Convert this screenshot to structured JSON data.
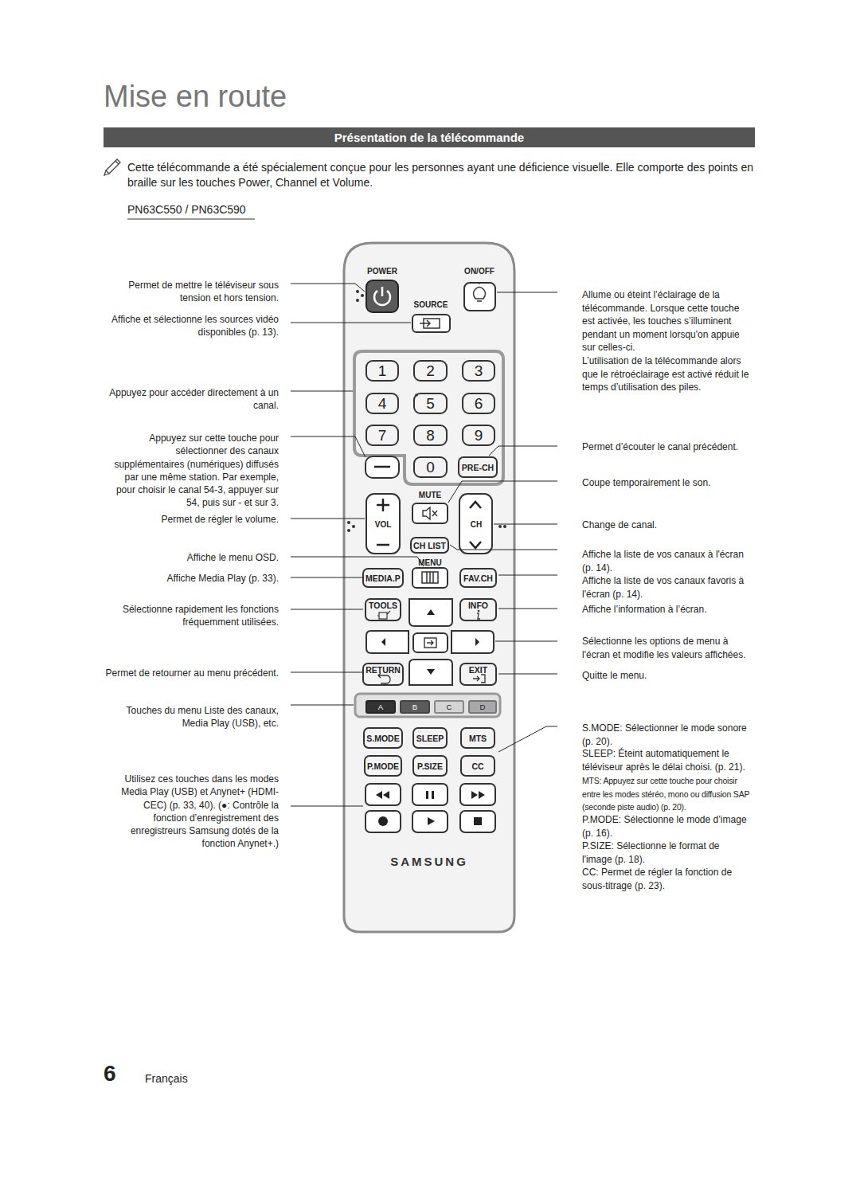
{
  "diagram": {
    "title": "Mise en route",
    "nodes": [
      {
        "text": [
          "Présentation de la télécommande"
        ]
      },
      {
        "text": [
          "SAMSUNG"
        ]
      },
      {
        "text": [
          "1"
        ],
        "in": 1
      },
      {
        "text": [
          "2"
        ],
        "in": 1
      },
      {
        "text": [
          "3"
        ],
        "in": 1
      },
      {
        "text": [
          "4"
        ],
        "in": 1
      },
      {
        "text": [
          "5"
        ],
        "in": 1
      },
      {
        "text": [
          "6"
        ],
        "in": 1
      },
      {
        "text": [
          "7"
        ],
        "in": 1
      },
      {
        "text": [
          "8"
        ],
        "in": 1
      },
      {
        "text": [
          "9"
        ],
        "in": 1
      },
      {
        "text": [
          "0"
        ],
        "in": 1
      },
      {
        "text": [
          "PRE-CH"
        ],
        "in": 1
      },
      {
        "text": [
          "CH LIST"
        ],
        "in": 1
      },
      {
        "text": [
          "MEDIA.P"
        ],
        "in": 1
      },
      {
        "text": [
          "FAV.CH"
        ],
        "in": 1
      },
      {
        "text": [
          "TOOLS"
        ],
        "in": 1
      },
      {
        "text": [
          "INFO"
        ],
        "in": 1
      },
      {
        "text": [
          "RETURN"
        ],
        "in": 1
      },
      {
        "text": [
          "EXIT"
        ],
        "in": 1
      },
      {
        "text": [
          "A"
        ],
        "in": 1
      },
      {
        "text": [
          "B"
        ],
        "in": 1
      },
      {
        "text": [
          "C"
        ],
        "in": 1
      },
      {
        "text": [
          "D"
        ],
        "in": 1
      },
      {
        "text": [
          "S.MODE"
        ],
        "in": 1
      },
      {
        "text": [
          "SLEEP"
        ],
        "in": 1
      },
      {
        "text": [
          "MTS"
        ],
        "in": 1
      },
      {
        "text": [
          "P.MODE"
        ],
        "in": 1
      },
      {
        "text": [
          "P.SIZE"
        ],
        "in": 1
      },
      {
        "text": [
          "CC"
        ],
        "in": 1
      }
    ],
    "labels": [
      "Cette télécommande a été spécialement conçue pour les personnes ayant une déficience visuelle. Elle comporte des points en braille sur les touches Power, Channel et Volume.",
      "PN63C550 / PN63C590",
      "POWER",
      "ON/OFF",
      "SOURCE",
      "MUTE",
      "VOL",
      "CH",
      "MENU",
      "Permet de mettre le téléviseur sous tension et hors tension.",
      "Affiche et sélectionne les sources vidéo disponibles (p. 13).",
      "Appuyez pour accéder directement à un canal.",
      "Appuyez sur cette touche pour sélectionner des canaux supplémentaires (numériques) diffusés par une même station. Par exemple, pour choisir le canal 54-3, appuyer sur 54, puis sur - et sur 3.",
      "Permet de régler le volume.",
      "Affiche le menu OSD.",
      "Affiche Media Play (p. 33).",
      "Sélectionne rapidement les fonctions fréquemment utilisées.",
      "Permet de retourner au menu précédent.",
      "Touches du menu Liste des canaux, Media Play (USB), etc.",
      "Utilisez ces touches dans les modes Media Play (USB) et Anynet+ (HDMI-CEC) (p. 33, 40). (●: Contrôle la fonction d’enregistrement des enregistreurs Samsung dotés de la fonction Anynet+.)",
      "Allume ou éteint l’éclairage de la télécommande. Lorsque cette touche est activée, les touches s’illuminent pendant un moment lorsqu'on appuie sur celles-ci.",
      "L’utilisation de la télécommande alors que le rétroéclairage est activé réduit le temps d’utilisation des piles.",
      "Permet d’écouter le canal précédent.",
      "Coupe temporairement le son.",
      "Change de canal.",
      "Affiche la liste de vos canaux à l'écran (p. 14).",
      "Affiche la liste de vos canaux favoris à l'écran (p. 14).",
      "Affiche l’information à l’écran.",
      "Sélectionne les options de menu à l'écran et modifie les valeurs affichées.",
      "Quitte le menu.",
      "S.MODE: Sélectionner le mode sonore (p. 20).",
      "SLEEP: Éteint automatiquement le téléviseur après le délai choisi. (p. 21).",
      "MTS: Appuyez sur cette touche pour choisir entre les modes stéréo, mono ou diffusion SAP (seconde piste audio) (p. 20).",
      "P.MODE: Sélectionne le mode d’image (p. 16).",
      "P.SIZE: Sélectionne le format de l'image (p. 18).",
      "CC: Permet de régler la fonction de sous-titrage (p. 23).",
      "6",
      "Français"
    ]
  }
}
